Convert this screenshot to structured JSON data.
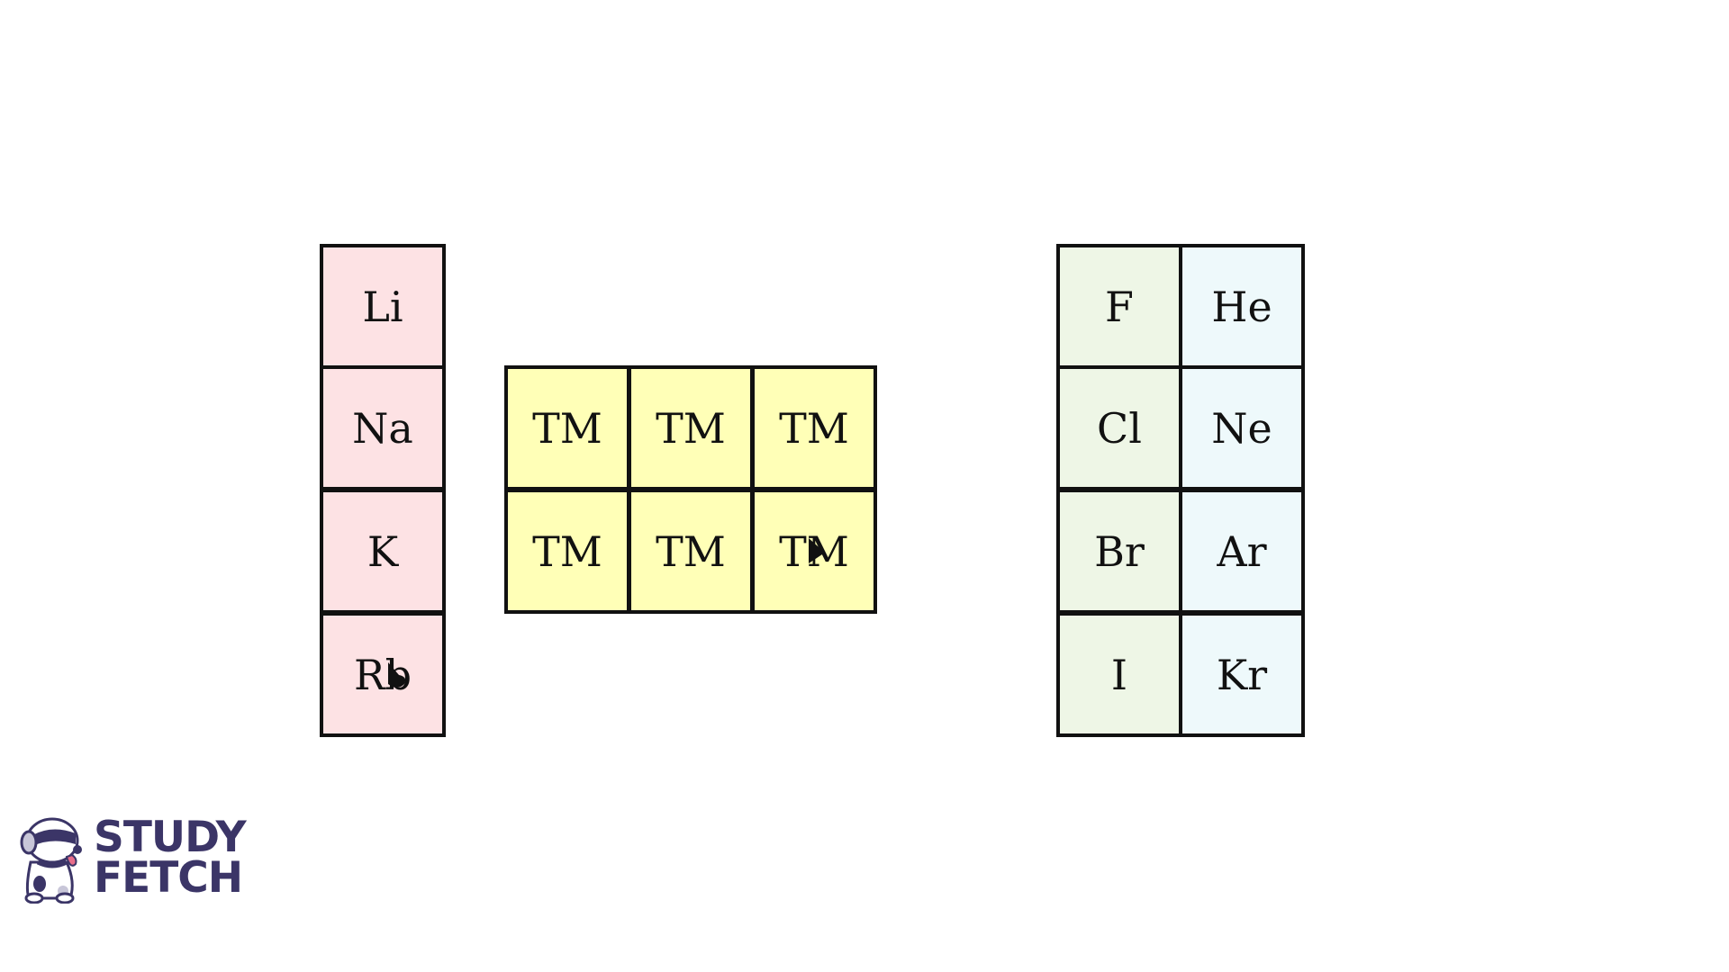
{
  "colors": {
    "alkali": "#fde2e4",
    "transition": "#ffffb7",
    "halogen": "#eef6e6",
    "noble": "#eef9fb",
    "border": "#111111",
    "logo_text": "#3b3567"
  },
  "groups": {
    "alkali": [
      "Li",
      "Na",
      "K",
      "Rb"
    ],
    "transition": [
      "TM",
      "TM",
      "TM",
      "TM",
      "TM",
      "TM"
    ],
    "halogen": [
      "F",
      "Cl",
      "Br",
      "I"
    ],
    "noble": [
      "He",
      "Ne",
      "Ar",
      "Kr"
    ]
  },
  "logo": {
    "line1": "STUDY",
    "line2": "FETCH",
    "icon": "dog-mascot-icon"
  }
}
